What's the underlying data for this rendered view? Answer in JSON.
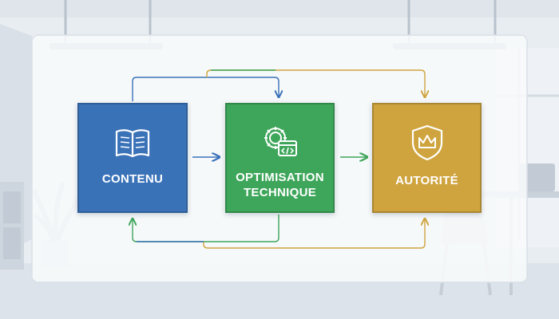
{
  "diagram": {
    "nodes": [
      {
        "id": "contenu",
        "label": "CONTENU",
        "icon": "open-book-icon",
        "color": "#3a72b8"
      },
      {
        "id": "optimisation",
        "label": "OPTIMISATION TECHNIQUE",
        "label_line1": "OPTIMISATION",
        "label_line2": "TECHNIQUE",
        "icon": "gear-code-icon",
        "color": "#3ea65a"
      },
      {
        "id": "autorite",
        "label": "AUTORITÉ",
        "icon": "crown-shield-icon",
        "color": "#cfa43e"
      }
    ],
    "edges": [
      {
        "from": "contenu",
        "to": "optimisation",
        "type": "direct"
      },
      {
        "from": "optimisation",
        "to": "autorite",
        "type": "direct"
      },
      {
        "from": "contenu",
        "to": "optimisation",
        "type": "loop-top"
      },
      {
        "from": "contenu",
        "to": "autorite",
        "type": "loop-top"
      },
      {
        "from": "optimisation",
        "to": "contenu",
        "type": "loop-bottom"
      },
      {
        "from": "contenu",
        "to": "autorite",
        "type": "loop-bottom"
      }
    ]
  },
  "colors": {
    "blue": "#3a72b8",
    "green": "#3ea65a",
    "gold": "#cfa43e",
    "panel": "#f7f9fb"
  }
}
